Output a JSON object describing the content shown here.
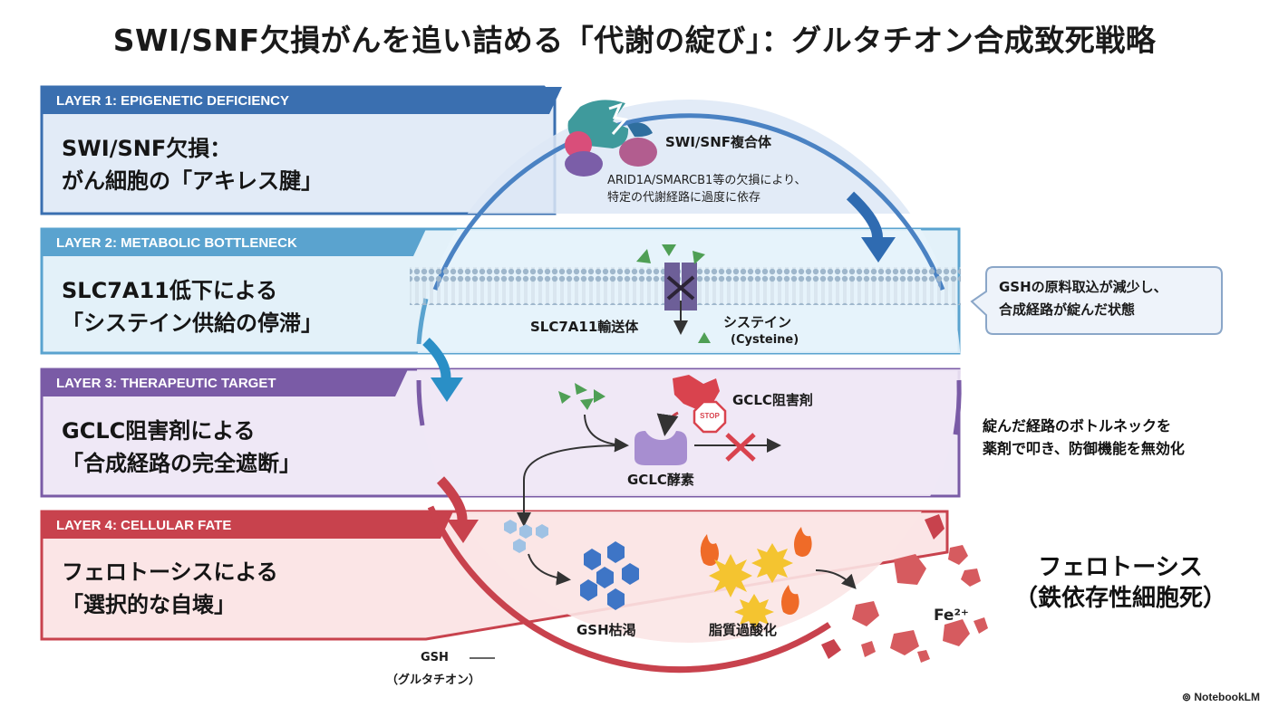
{
  "title": "SWI/SNF欠損がんを追い詰める「代謝の綻び」：グルタチオン合成致死戦略",
  "colors": {
    "layer1": "#3a6fb0",
    "layer2": "#5aa3cf",
    "layer3": "#7a5ba6",
    "layer4": "#c8424d"
  },
  "layers": [
    {
      "header": "LAYER 1: EPIGENETIC DEFICIENCY",
      "title_line1": "SWI/SNF欠損：",
      "title_line2": "がん細胞の「アキレス腱」"
    },
    {
      "header": "LAYER 2: METABOLIC BOTTLENECK",
      "title_line1": "SLC7A11低下による",
      "title_line2": "「システイン供給の停滞」"
    },
    {
      "header": "LAYER 3: THERAPEUTIC TARGET",
      "title_line1": "GCLC阻害剤による",
      "title_line2": "「合成経路の完全遮断」"
    },
    {
      "header": "LAYER 4: CELLULAR FATE",
      "title_line1": "フェロトーシスによる",
      "title_line2": "「選択的な自壊」"
    }
  ],
  "layer1": {
    "complex_label": "SWI/SNF複合体",
    "desc_line1": "ARID1A/SMARCB1等の欠損により、",
    "desc_line2": "特定の代謝経路に過度に依存"
  },
  "layer2": {
    "transporter_label": "SLC7A11輸送体",
    "cysteine_label": "システイン",
    "cysteine_en": "(Cysteine)",
    "callout_line1": "GSHの原料取込が減少し、",
    "callout_line2": "合成経路が綻んだ状態"
  },
  "layer3": {
    "inhibitor_label": "GCLC阻害剤",
    "stop_text": "STOP",
    "enzyme_label": "GCLC酵素",
    "note_line1": "綻んだ経路のボトルネックを",
    "note_line2": "薬剤で叩き、防御機能を無効化"
  },
  "layer4": {
    "gsh_depletion_label": "GSH枯渇",
    "lipid_label": "脂質過酸化",
    "iron_label": "Fe²⁺",
    "gsh_legend_line1": "GSH",
    "gsh_legend_line2": "（グルタチオン）",
    "fate_line1": "フェロトーシス",
    "fate_line2": "（鉄依存性細胞死）"
  },
  "icons": [
    "swi-snf-complex-icon",
    "membrane-icon",
    "transporter-icon",
    "cysteine-icon",
    "inhibitor-icon",
    "stop-sign-icon",
    "enzyme-icon",
    "block-x-icon",
    "gsh-hexagon-icon",
    "flame-icon",
    "burst-icon",
    "cell-fragment-icon"
  ],
  "footer": "NotebookLM"
}
